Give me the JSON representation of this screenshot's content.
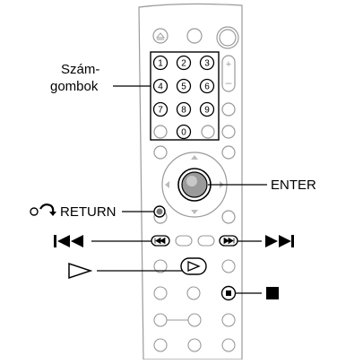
{
  "labels": {
    "number_buttons_line1": "Szám-",
    "number_buttons_line2": "gombok",
    "enter": "ENTER",
    "return": "RETURN"
  },
  "remote": {
    "number_keys": [
      "1",
      "2",
      "3",
      "4",
      "5",
      "6",
      "7",
      "8",
      "9",
      "0"
    ]
  },
  "icons": {
    "return": "return-arrow-icon",
    "prev": "previous-track-icon",
    "next": "next-track-icon",
    "play": "play-outline-icon",
    "stop": "stop-square-icon"
  }
}
